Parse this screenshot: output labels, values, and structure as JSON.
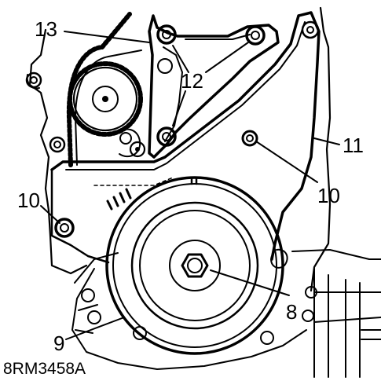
{
  "figure": {
    "reference_code": "8RM3458A",
    "callouts": {
      "c13": "13",
      "c12": "12",
      "c11": "11",
      "c10_left": "10",
      "c10_right": "10",
      "c9": "9",
      "c8": "8"
    },
    "line_color": "#000000",
    "background": "#ffffff"
  }
}
